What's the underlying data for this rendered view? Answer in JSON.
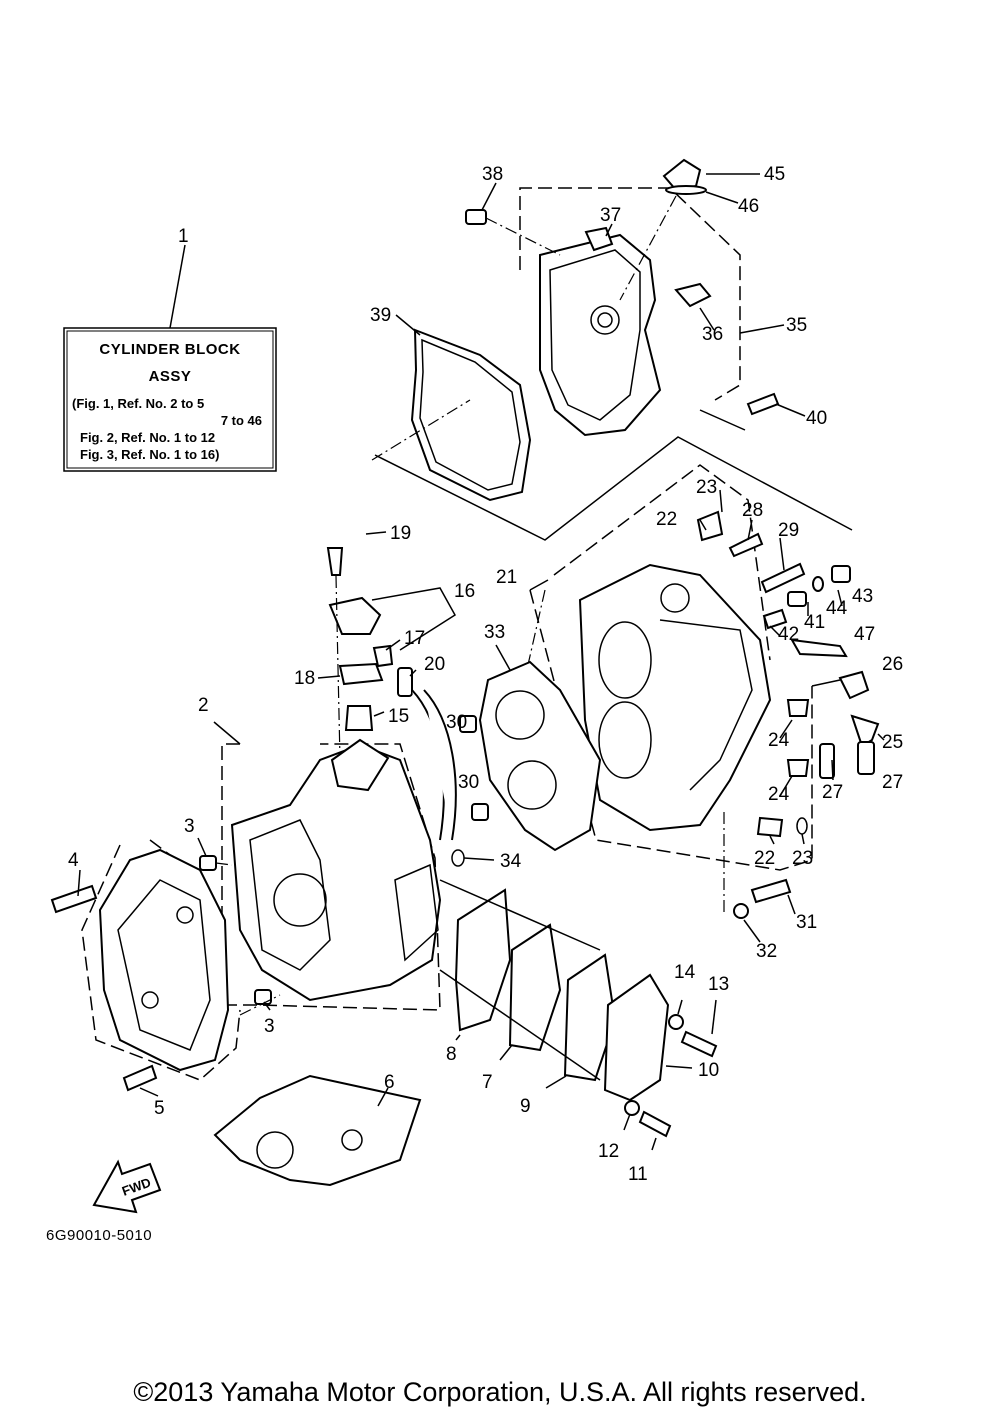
{
  "info_box": {
    "line1": "CYLINDER BLOCK",
    "line2": "ASSY",
    "line3": "(Fig. 1, Ref. No. 2 to 5",
    "line4": "7 to 46",
    "line5": "Fig. 2, Ref. No. 1 to 12",
    "line6": "Fig. 3, Ref. No. 1 to 16)"
  },
  "callouts": {
    "c1": "1",
    "c2": "2",
    "c3a": "3",
    "c3b": "3",
    "c4": "4",
    "c5": "5",
    "c6": "6",
    "c7": "7",
    "c8": "8",
    "c9": "9",
    "c10": "10",
    "c11": "11",
    "c12": "12",
    "c13": "13",
    "c14": "14",
    "c15": "15",
    "c16": "16",
    "c17": "17",
    "c18": "18",
    "c19": "19",
    "c20": "20",
    "c21": "21",
    "c22a": "22",
    "c22b": "22",
    "c23a": "23",
    "c23b": "23",
    "c24a": "24",
    "c24b": "24",
    "c25": "25",
    "c26": "26",
    "c27a": "27",
    "c27b": "27",
    "c28": "28",
    "c29": "29",
    "c30a": "30",
    "c30b": "30",
    "c31": "31",
    "c32": "32",
    "c33": "33",
    "c34": "34",
    "c35": "35",
    "c36": "36",
    "c37": "37",
    "c38": "38",
    "c39": "39",
    "c40": "40",
    "c41": "41",
    "c42": "42",
    "c43": "43",
    "c44": "44",
    "c45": "45",
    "c46": "46",
    "c47": "47"
  },
  "fwd_label": "FWD",
  "diagram_code": "6G90010-5010",
  "copyright": "©2013 Yamaha Motor Corporation, U.S.A. All rights reserved."
}
